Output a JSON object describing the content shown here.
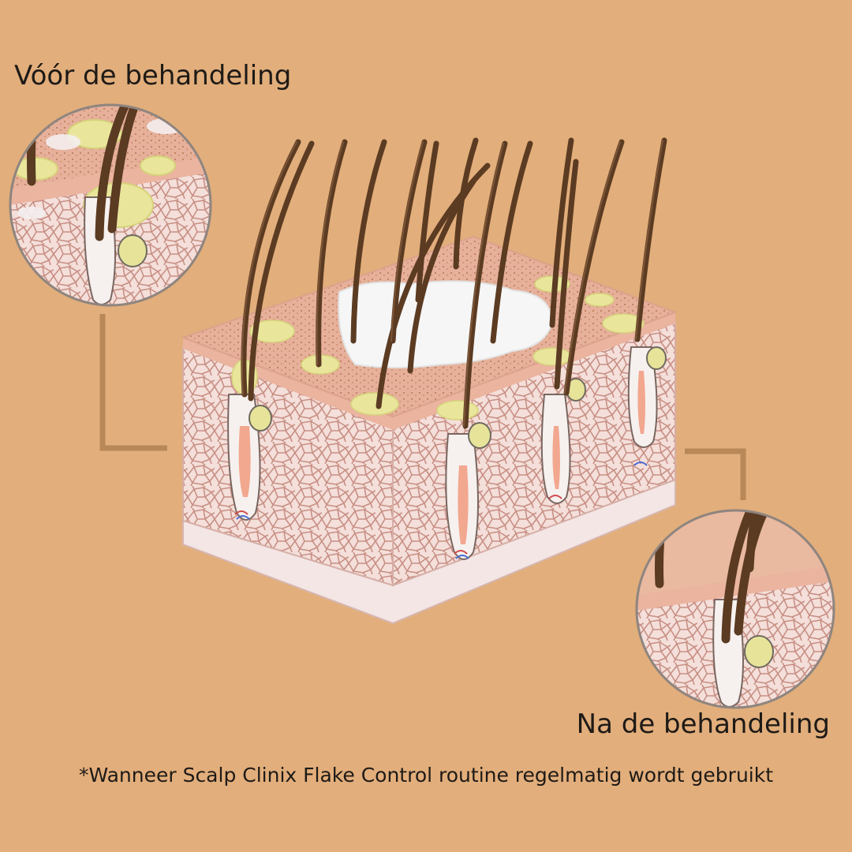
{
  "labels": {
    "before": "Vóór de behandeling",
    "after": "Na de behandeling"
  },
  "footnote": "*Wanneer Scalp Clinix Flake Control routine regelmatig wordt gebruikt",
  "colors": {
    "background": "#e2ae7b",
    "connector": "#b88858",
    "skin_surface": "#e9b9a0",
    "tissue": "#f3dcd7",
    "tissue_lines": "#c58a7f",
    "hair": "#5b3b22",
    "sebum": "#e8e59a",
    "flake_patch": "#f7f7f7"
  },
  "icons": {
    "before_zoom": "magnified-scalp-with-flakes",
    "after_zoom": "magnified-clean-scalp"
  }
}
